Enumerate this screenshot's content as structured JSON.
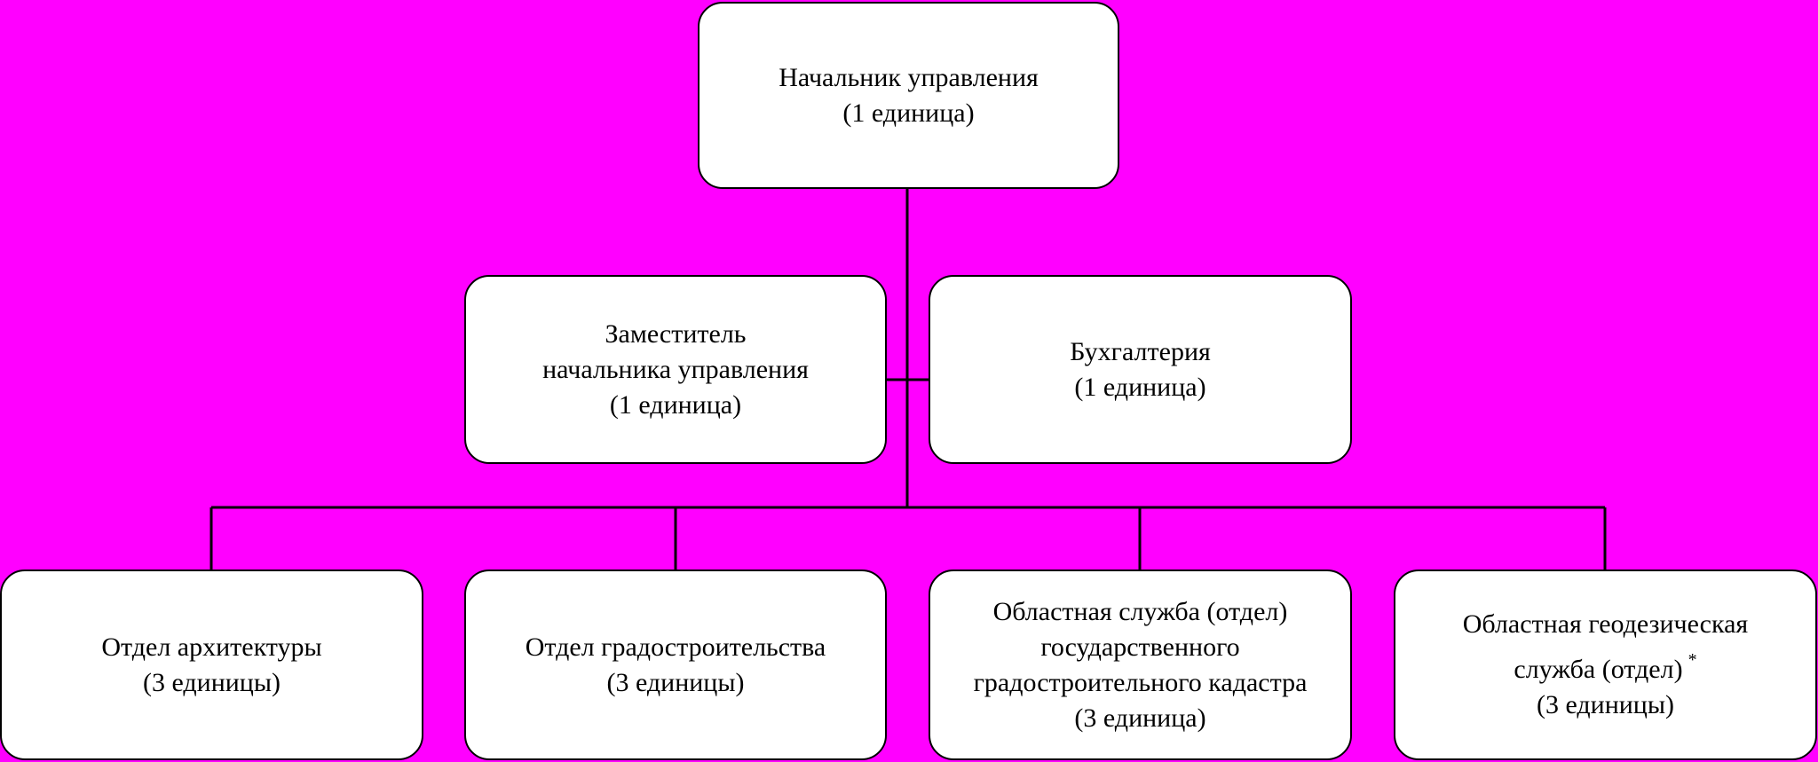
{
  "org_chart": {
    "head": {
      "lines": [
        "Начальник управления",
        "(1 единица)"
      ]
    },
    "deputy": {
      "lines": [
        "Заместитель",
        "начальника управления",
        "(1 единица)"
      ]
    },
    "accounting": {
      "lines": [
        "Бухгалтерия",
        "(1 единица)"
      ]
    },
    "departments": [
      {
        "lines": [
          "Отдел архитектуры",
          "(3 единицы)"
        ]
      },
      {
        "lines": [
          "Отдел градостроительства",
          "(3 единицы)"
        ]
      },
      {
        "lines": [
          "Областная служба (отдел)",
          "государственного",
          "градостроительного кадастра",
          "(3 единица)"
        ]
      },
      {
        "lines": [
          "Областная геодезическая",
          "служба (отдел)",
          "(3 единицы)"
        ],
        "footnote_mark": "*"
      }
    ]
  }
}
